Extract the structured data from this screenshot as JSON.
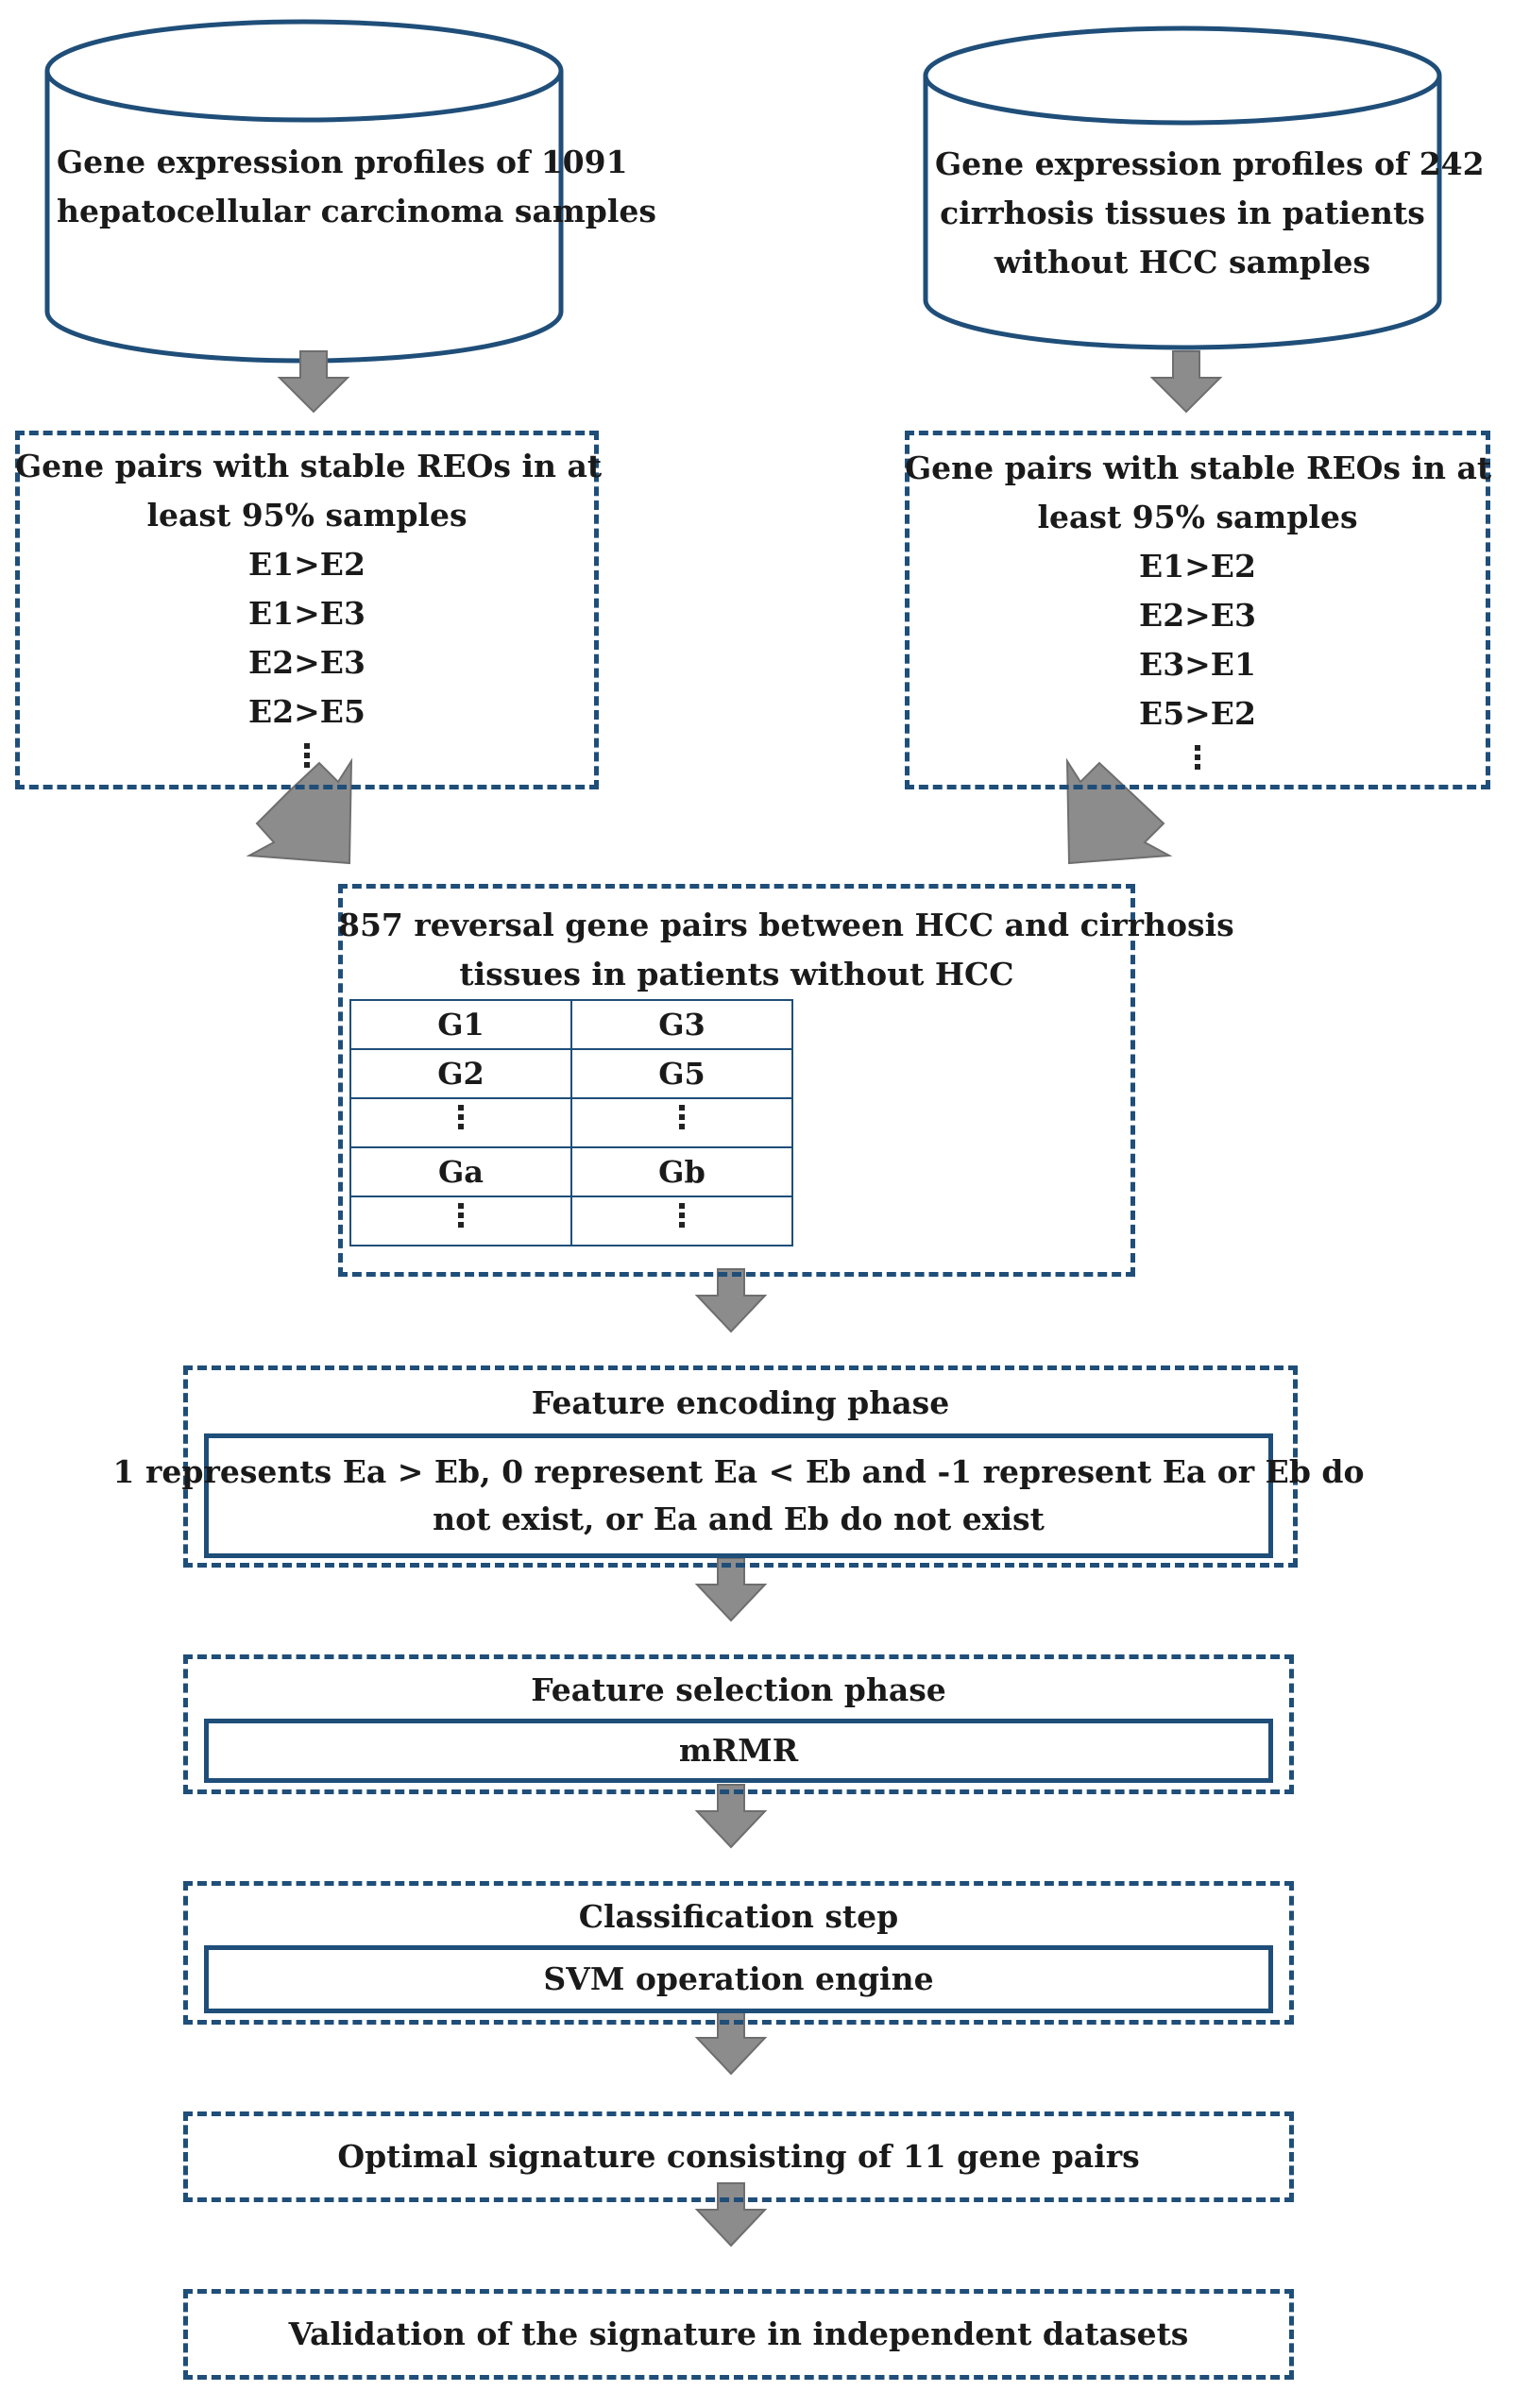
{
  "sources": {
    "left": {
      "lines": [
        "Gene expression profiles of 1091",
        "hepatocellular carcinoma  samples"
      ]
    },
    "right": {
      "lines": [
        "Gene expression profiles of 242",
        "cirrhosis tissues in patients",
        "without HCC samples"
      ]
    }
  },
  "stable_pairs": {
    "left": {
      "title_lines": [
        "Gene pairs with stable REOs in at",
        "least 95% samples"
      ],
      "pairs": [
        "E1>E2",
        "E1>E3",
        "E2>E3",
        "E2>E5"
      ]
    },
    "right": {
      "title_lines": [
        "Gene pairs with stable REOs in at",
        "least 95% samples"
      ],
      "pairs": [
        "E1>E2",
        "E2>E3",
        "E3>E1",
        "E5>E2"
      ]
    }
  },
  "reversal": {
    "title_lines": [
      "857 reversal gene pairs between HCC and cirrhosis",
      "tissues in patients without HCC"
    ],
    "table": [
      [
        "G1",
        "G3"
      ],
      [
        "G2",
        "G5"
      ],
      [
        "",
        ""
      ],
      [
        "Ga",
        "Gb"
      ],
      [
        "",
        ""
      ]
    ]
  },
  "encoding": {
    "title": "Feature encoding phase",
    "detail_lines": [
      "1 represents Ea > Eb, 0 represent Ea < Eb and -1 represent Ea or Eb do",
      "not exist, or Ea and Eb do not exist"
    ]
  },
  "selection": {
    "title": "Feature selection phase",
    "method": "mRMR"
  },
  "classification": {
    "title": "Classification step",
    "engine": "SVM operation engine"
  },
  "optimal": {
    "label": "Optimal signature consisting of 11 gene pairs"
  },
  "validation": {
    "label": "Validation of the signature in independent datasets"
  },
  "colors": {
    "border": "#1f4e79",
    "arrow": "#8c8c8c",
    "text": "#1a1a1a"
  }
}
